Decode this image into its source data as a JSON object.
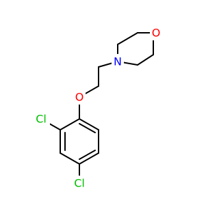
{
  "molecule": {
    "colors": {
      "bond": "#000000",
      "oxygen": "#ff0000",
      "nitrogen": "#0000ff",
      "chlorine": "#00c000",
      "background": "#ffffff"
    },
    "labels": {
      "morpholine_o": "O",
      "morpholine_n": "N",
      "ether_o": "O",
      "cl_ortho": "Cl",
      "cl_para": "Cl"
    }
  }
}
